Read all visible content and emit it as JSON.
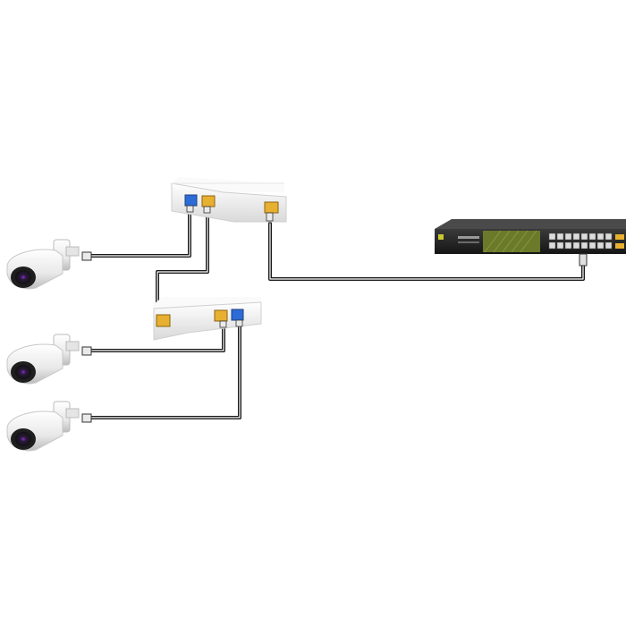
{
  "diagram": {
    "type": "network-topology",
    "colors": {
      "background": "#ffffff",
      "cable": "#1a1a1a",
      "cable_highlight": "#ffffff",
      "port_yellow": "#e8b030",
      "port_blue": "#2d6bd6",
      "device_white": "#f4f4f4",
      "switch_body": "#2a2a2a",
      "switch_panel": "#6b7a2a"
    },
    "devices": [
      {
        "id": "switch",
        "kind": "poe-switch",
        "icon": "network-switch-icon"
      },
      {
        "id": "extender-top",
        "kind": "poe-extender",
        "icon": "poe-extender-icon"
      },
      {
        "id": "extender-middle",
        "kind": "poe-extender",
        "icon": "poe-extender-icon"
      },
      {
        "id": "camera-1",
        "kind": "bullet-camera",
        "icon": "security-camera-icon"
      },
      {
        "id": "camera-2",
        "kind": "bullet-camera",
        "icon": "security-camera-icon"
      },
      {
        "id": "camera-3",
        "kind": "bullet-camera",
        "icon": "security-camera-icon"
      }
    ],
    "links": [
      {
        "from": "switch",
        "to": "extender-top"
      },
      {
        "from": "extender-top",
        "to": "camera-1"
      },
      {
        "from": "extender-top",
        "to": "extender-middle"
      },
      {
        "from": "extender-middle",
        "to": "camera-2"
      },
      {
        "from": "extender-middle",
        "to": "camera-3"
      }
    ]
  }
}
